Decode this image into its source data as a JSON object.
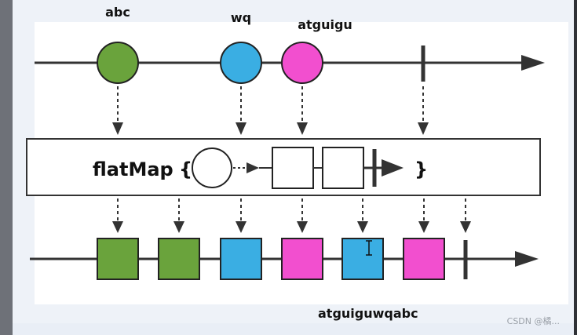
{
  "input_labels": [
    "abc",
    "wq",
    "atguigu"
  ],
  "operator": {
    "name": "flatMap",
    "open_brace": "{",
    "close_brace": "}"
  },
  "output_label": "atguiguwqabc",
  "watermark": "CSDN @橘...",
  "colors": {
    "green": "#6aa33c",
    "blue": "#3aaee3",
    "magenta": "#f24fcf",
    "line": "#333333"
  }
}
